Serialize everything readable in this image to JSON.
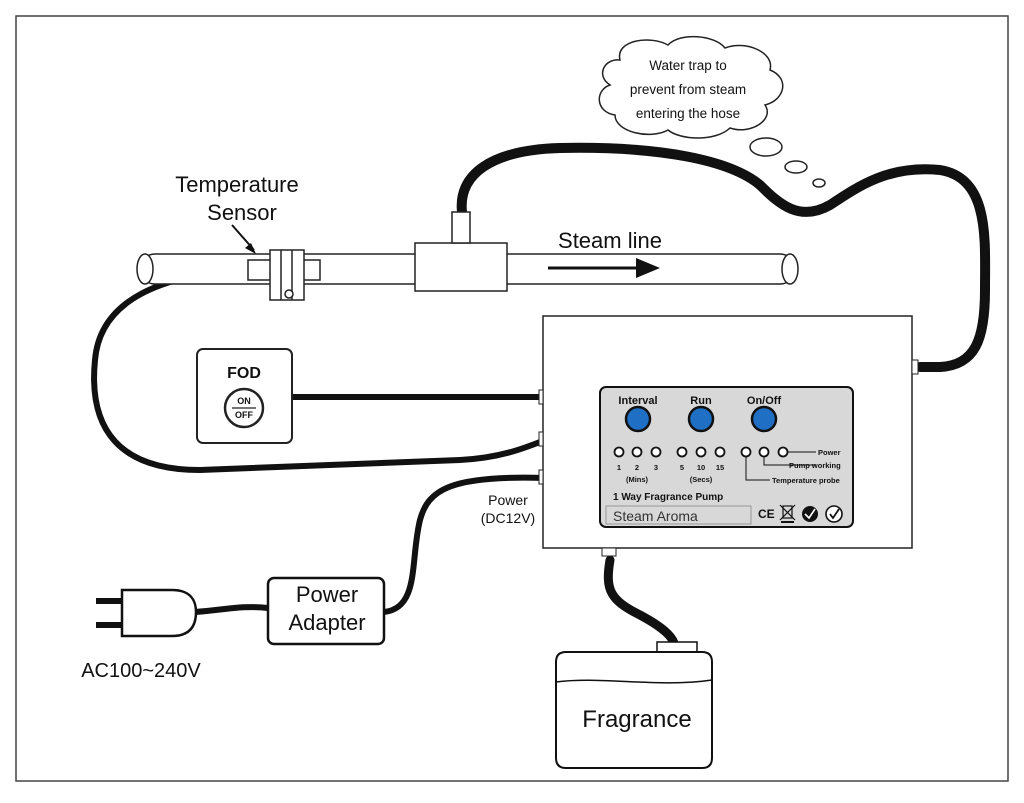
{
  "labels": {
    "temperature_sensor_line1": "Temperature",
    "temperature_sensor_line2": "Sensor",
    "steam_line": "Steam line",
    "water_trap_line1": "Water trap to",
    "water_trap_line2": "prevent from steam",
    "water_trap_line3": "entering the hose",
    "fod": "FOD",
    "fod_on": "ON",
    "fod_off": "OFF",
    "power": "Power",
    "power_dc": "(DC12V)",
    "power_adapter_line1": "Power",
    "power_adapter_line2": "Adapter",
    "ac_voltage": "AC100~240V",
    "fragrance": "Fragrance"
  },
  "panel": {
    "buttons": [
      "Interval",
      "Run",
      "On/Off"
    ],
    "mins_ticks": [
      "1",
      "2",
      "3"
    ],
    "mins_label": "(Mins)",
    "secs_ticks": [
      "5",
      "10",
      "15"
    ],
    "secs_label": "(Secs)",
    "indicator_power": "Power",
    "indicator_pump_working": "Pump working",
    "indicator_temperature_probe": "Temperature probe",
    "model_name": "1 Way Fragrance Pump",
    "brand": "Steam Aroma",
    "ce_mark": "CE",
    "button_color": "#1f6fc4",
    "panel_color": "#d8d8d8"
  }
}
